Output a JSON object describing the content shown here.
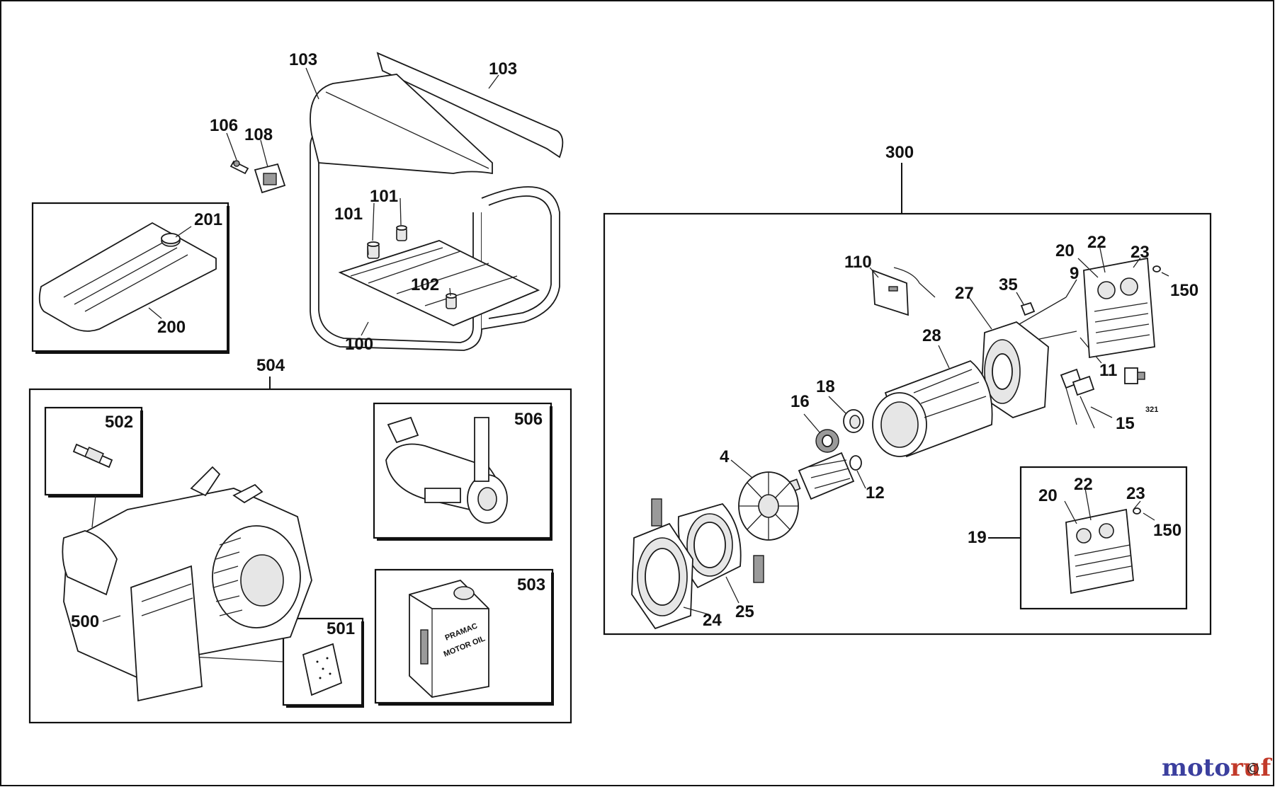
{
  "callouts": {
    "frame_cover_left": "103",
    "frame_cover_right": "103",
    "fuse": "106",
    "socket": "108",
    "foot_a": "101",
    "foot_b": "101",
    "foot_c": "102",
    "frame": "100",
    "tank_cap": "201",
    "fuel_tank": "200",
    "engine_group": "504",
    "spark_plug": "502",
    "muffler": "506",
    "oil_can": "503",
    "engine": "500",
    "air_filter": "501",
    "alternator_group": "300",
    "avr": "110",
    "panel_20": "20",
    "panel_22": "22",
    "panel_23": "23",
    "panel_150": "150",
    "screw_9": "9",
    "capacitor_35": "35",
    "rear_cover": "27",
    "stator": "28",
    "bolt_11": "11",
    "switch_321": "321",
    "brush_15": "15",
    "ring_18": "18",
    "bearing_16": "16",
    "fan": "4",
    "bearing_12": "12",
    "flange": "24",
    "adapter": "25",
    "panel_19": "19",
    "panel_box_20": "20",
    "panel_box_22": "22",
    "panel_box_23": "23",
    "panel_box_150": "150"
  },
  "oil_can_label": {
    "line1": "PRAMAC",
    "line2": "MOTOR OIL"
  },
  "watermark": {
    "part1": "moto",
    "part2": "ruf",
    "mark": "©"
  }
}
